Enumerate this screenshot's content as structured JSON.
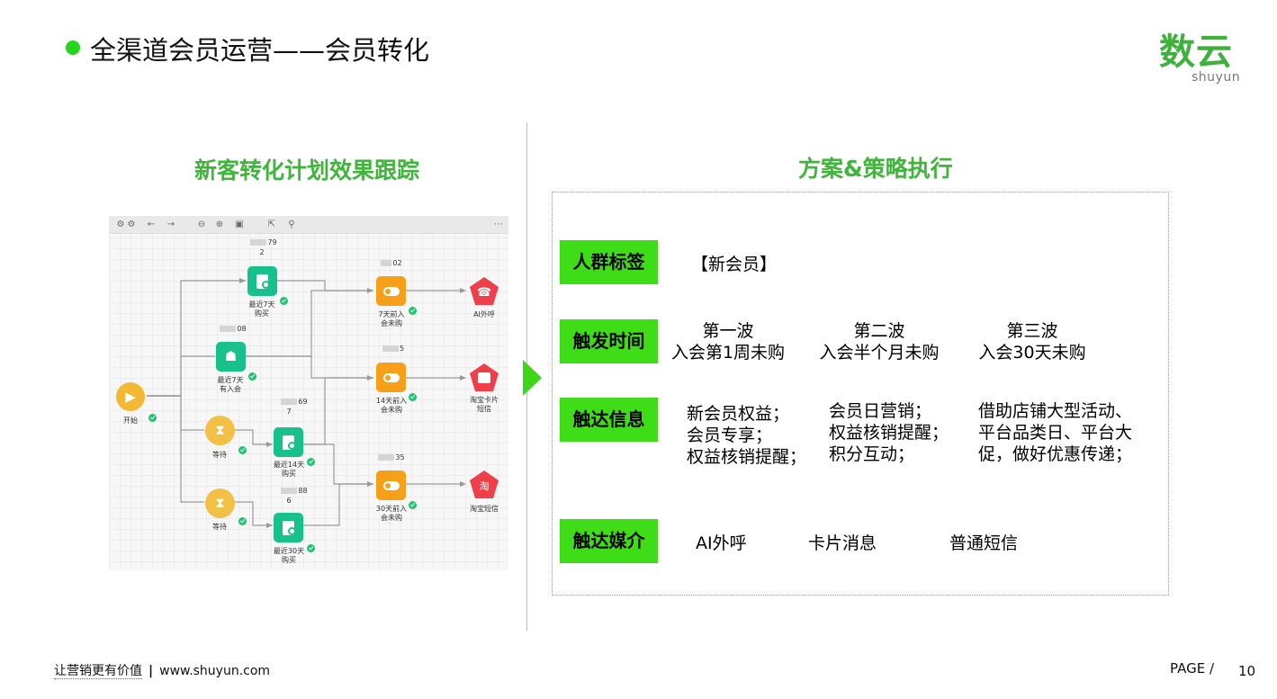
{
  "header": {
    "title": "全渠道会员运营——会员转化"
  },
  "logo": {
    "main": "数云",
    "sub": "shuyun"
  },
  "left_section": {
    "title": "新客转化计划效果跟踪"
  },
  "right_section": {
    "title": "方案&策略执行"
  },
  "flow": {
    "nodes": {
      "start": "开始",
      "recent7_buy": "最近7天\n购买",
      "recent7_join": "最近7天\n有入会",
      "wait1": "等待",
      "wait2": "等待",
      "recent14_buy": "最近14天\n购买",
      "recent30_buy": "最近30天\n购买",
      "join7_nobuy": "7天前入\n会未购",
      "join14_nobuy": "14天前入\n会未购",
      "join30_nobuy": "30天前入\n会未购",
      "ai_call": "AI外呼",
      "taobao_card_sms": "淘宝卡片\n短信",
      "taobao_sms": "淘宝短信"
    },
    "counts": {
      "recent7_buy": "79",
      "recent7_buy_sub": "2",
      "recent7_join": "08",
      "recent14_buy": "69",
      "recent14_buy_sub": "7",
      "recent30_buy": "88",
      "recent30_buy_sub": "6",
      "join7_nobuy": "02",
      "join14_nobuy": "5",
      "join30_nobuy": "35"
    }
  },
  "strategy": {
    "rows": [
      {
        "tag": "人群标签",
        "cells": [
          "【新会员】"
        ]
      },
      {
        "tag": "触发时间",
        "cells": [
          "第一波\n入会第1周未购",
          "第二波\n入会半个月未购",
          "第三波\n入会30天未购"
        ]
      },
      {
        "tag": "触达信息",
        "cells": [
          "新会员权益；\n会员专享；\n权益核销提醒；",
          "会员日营销；\n权益核销提醒；\n积分互动；",
          "借助店铺大型活动、\n平台品类日、平台大\n促，做好优惠传递；"
        ]
      },
      {
        "tag": "触达媒介",
        "cells": [
          "AI外呼",
          "卡片消息",
          "普通短信"
        ]
      }
    ]
  },
  "footer": {
    "slogan": "让营销更有价值",
    "separator": "|",
    "url": "www.shuyun.com",
    "page_label": "PAGE /",
    "page_number": "10"
  },
  "colors": {
    "accent_green": "#3fdc18",
    "title_green": "#3fb53a",
    "dot_green": "#23d61a"
  }
}
